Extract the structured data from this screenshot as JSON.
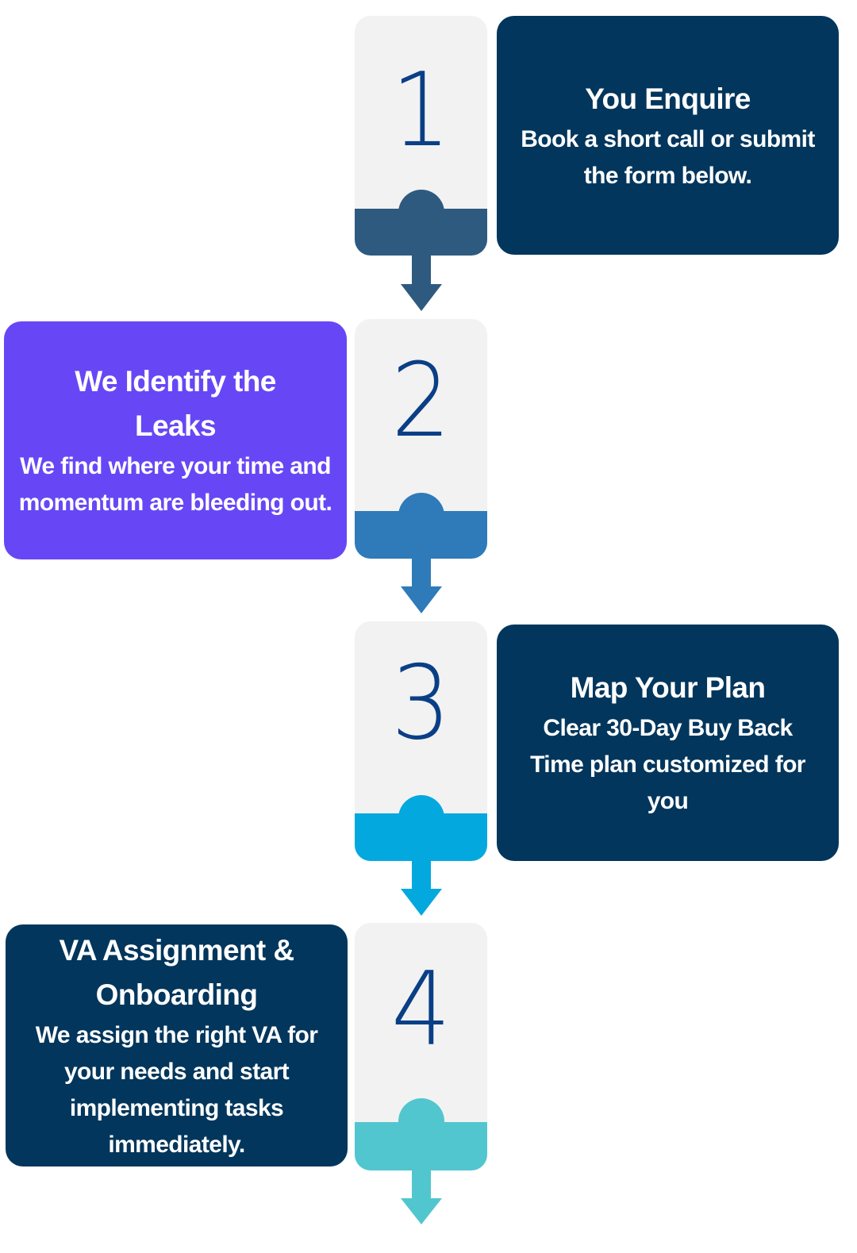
{
  "diagram": {
    "type": "numbered-process-flow",
    "colors": {
      "tile_background": "#f2f2f2",
      "digit": "#0a3f86",
      "card_dark": "#02365c",
      "card_purple": "#6747f5"
    },
    "steps": [
      {
        "number": "1",
        "accent": "#2e5a80",
        "card_color": "#02365c",
        "card_side": "right",
        "title": "You Enquire",
        "body": "Book a short call or submit the form below."
      },
      {
        "number": "2",
        "accent": "#2f7ab9",
        "card_color": "#6747f5",
        "card_side": "left",
        "title": "We Identify the Leaks",
        "body": "We find where your time and momentum are bleeding out."
      },
      {
        "number": "3",
        "accent": "#03a8df",
        "card_color": "#02365c",
        "card_side": "right",
        "title": "Map Your Plan",
        "body": "Clear 30-Day Buy Back Time plan customized for you"
      },
      {
        "number": "4",
        "accent": "#52c6cf",
        "card_color": "#02365c",
        "card_side": "left",
        "title": "VA Assignment & Onboarding",
        "body": "We assign the right VA for your needs and start implementing tasks immediately."
      }
    ]
  }
}
